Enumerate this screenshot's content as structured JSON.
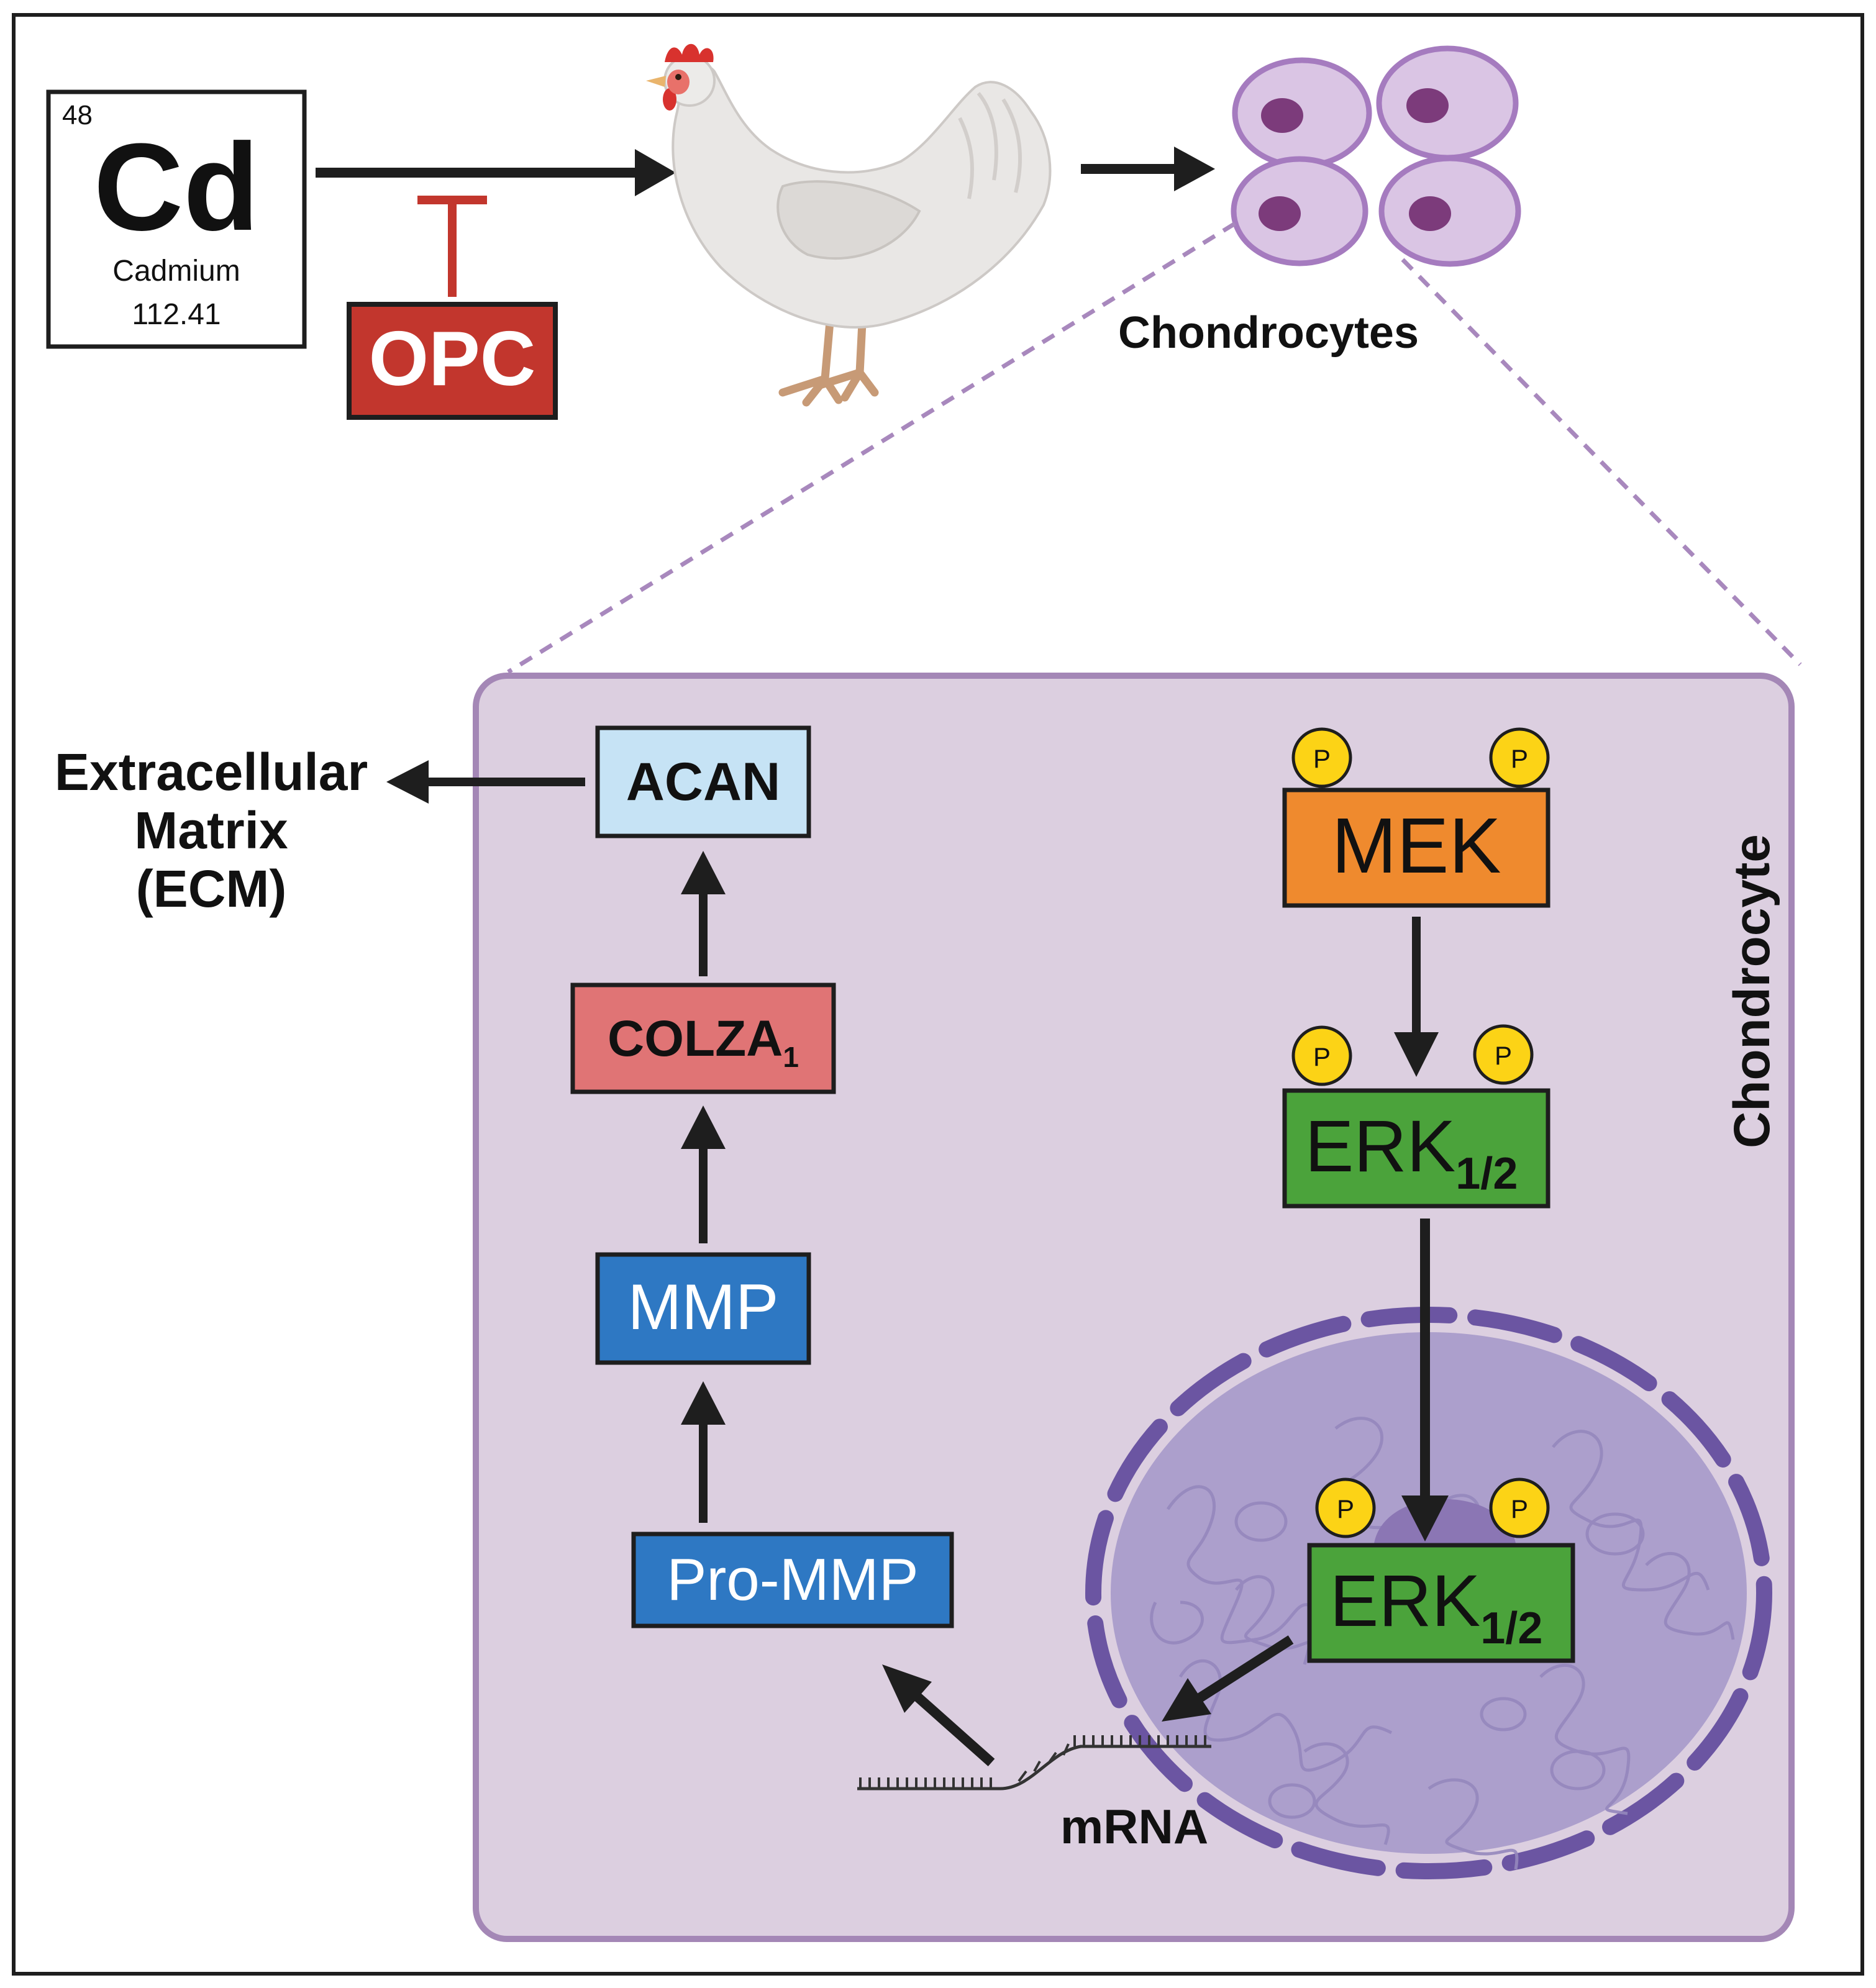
{
  "element": {
    "number": "48",
    "symbol": "Cd",
    "name": "Cadmium",
    "mass": "112.41"
  },
  "inhibitor": {
    "label": "OPC"
  },
  "organism": {
    "icon": "chicken-icon"
  },
  "cells": {
    "label": "Chondrocytes",
    "icon": "chondrocyte-cluster-icon"
  },
  "cell_detail": {
    "label": "Chondrocyte"
  },
  "ecm": {
    "line1": "Extracellular",
    "line2": "Matrix",
    "line3": "(ECM)"
  },
  "pathway_left": {
    "acan": "ACAN",
    "colza": {
      "base": "COLZA",
      "subscript": "1"
    },
    "mmp": "MMP",
    "pro_mmp": "Pro-MMP"
  },
  "pathway_right": {
    "mek": "MEK",
    "erk_cytoplasm": {
      "base": "ERK",
      "subscript": "1/2"
    },
    "erk_nucleus": {
      "base": "ERK",
      "subscript": "1/2"
    },
    "phospho_label": "P"
  },
  "mrna": {
    "label": "mRNA"
  },
  "colors": {
    "cell_fill": "#dccfe0",
    "cell_border": "#a487b6",
    "nucleus_fill": "#ac9fcc",
    "nucleus_border": "#6b55a2",
    "acan": "#c6e3f5",
    "colza": "#e07475",
    "mmp": "#2e78c3",
    "mek": "#ef8a2e",
    "erk": "#4ba33b",
    "phospho": "#fcd316",
    "opc": "#c2362d"
  }
}
